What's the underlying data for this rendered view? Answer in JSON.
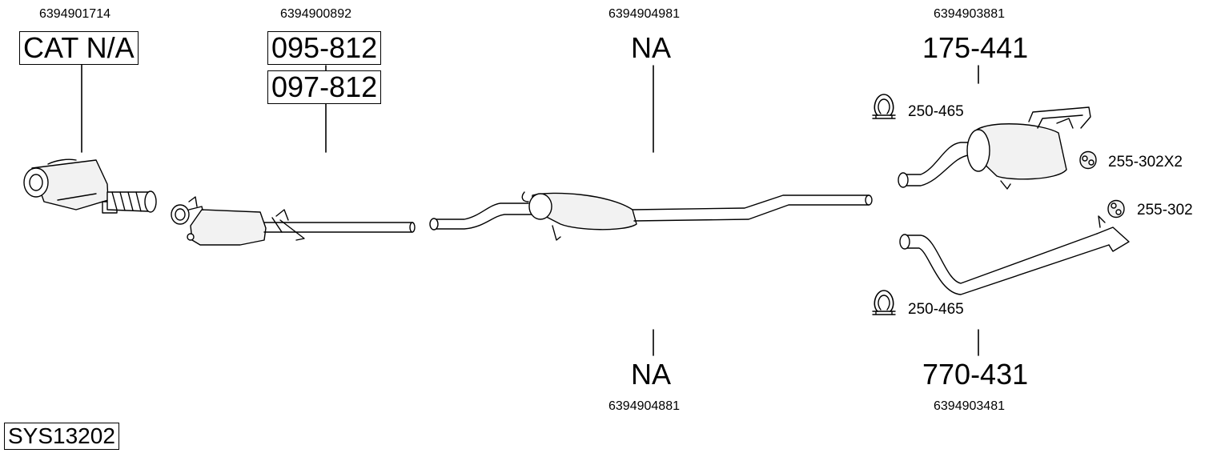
{
  "system_id": "SYS13202",
  "parts": {
    "catalyst": {
      "ref": "6394901714",
      "label": "CAT N/A"
    },
    "front_filter": {
      "ref": "6394900892",
      "labels": [
        "095-812",
        "097-812"
      ]
    },
    "centre_top": {
      "ref": "6394904981",
      "label": "NA"
    },
    "centre_bottom": {
      "ref": "6394904881",
      "label": "NA"
    },
    "rear_top": {
      "ref": "6394903881",
      "label": "175-441"
    },
    "rear_bottom": {
      "ref": "6394903481",
      "label": "770-431"
    }
  },
  "accessories": {
    "clamp_upper": "250-465",
    "hanger_double": "255-302X2",
    "hanger_single": "255-302",
    "clamp_lower": "250-465"
  },
  "icons": [
    "clamp-icon",
    "rubber-hanger-icon"
  ]
}
